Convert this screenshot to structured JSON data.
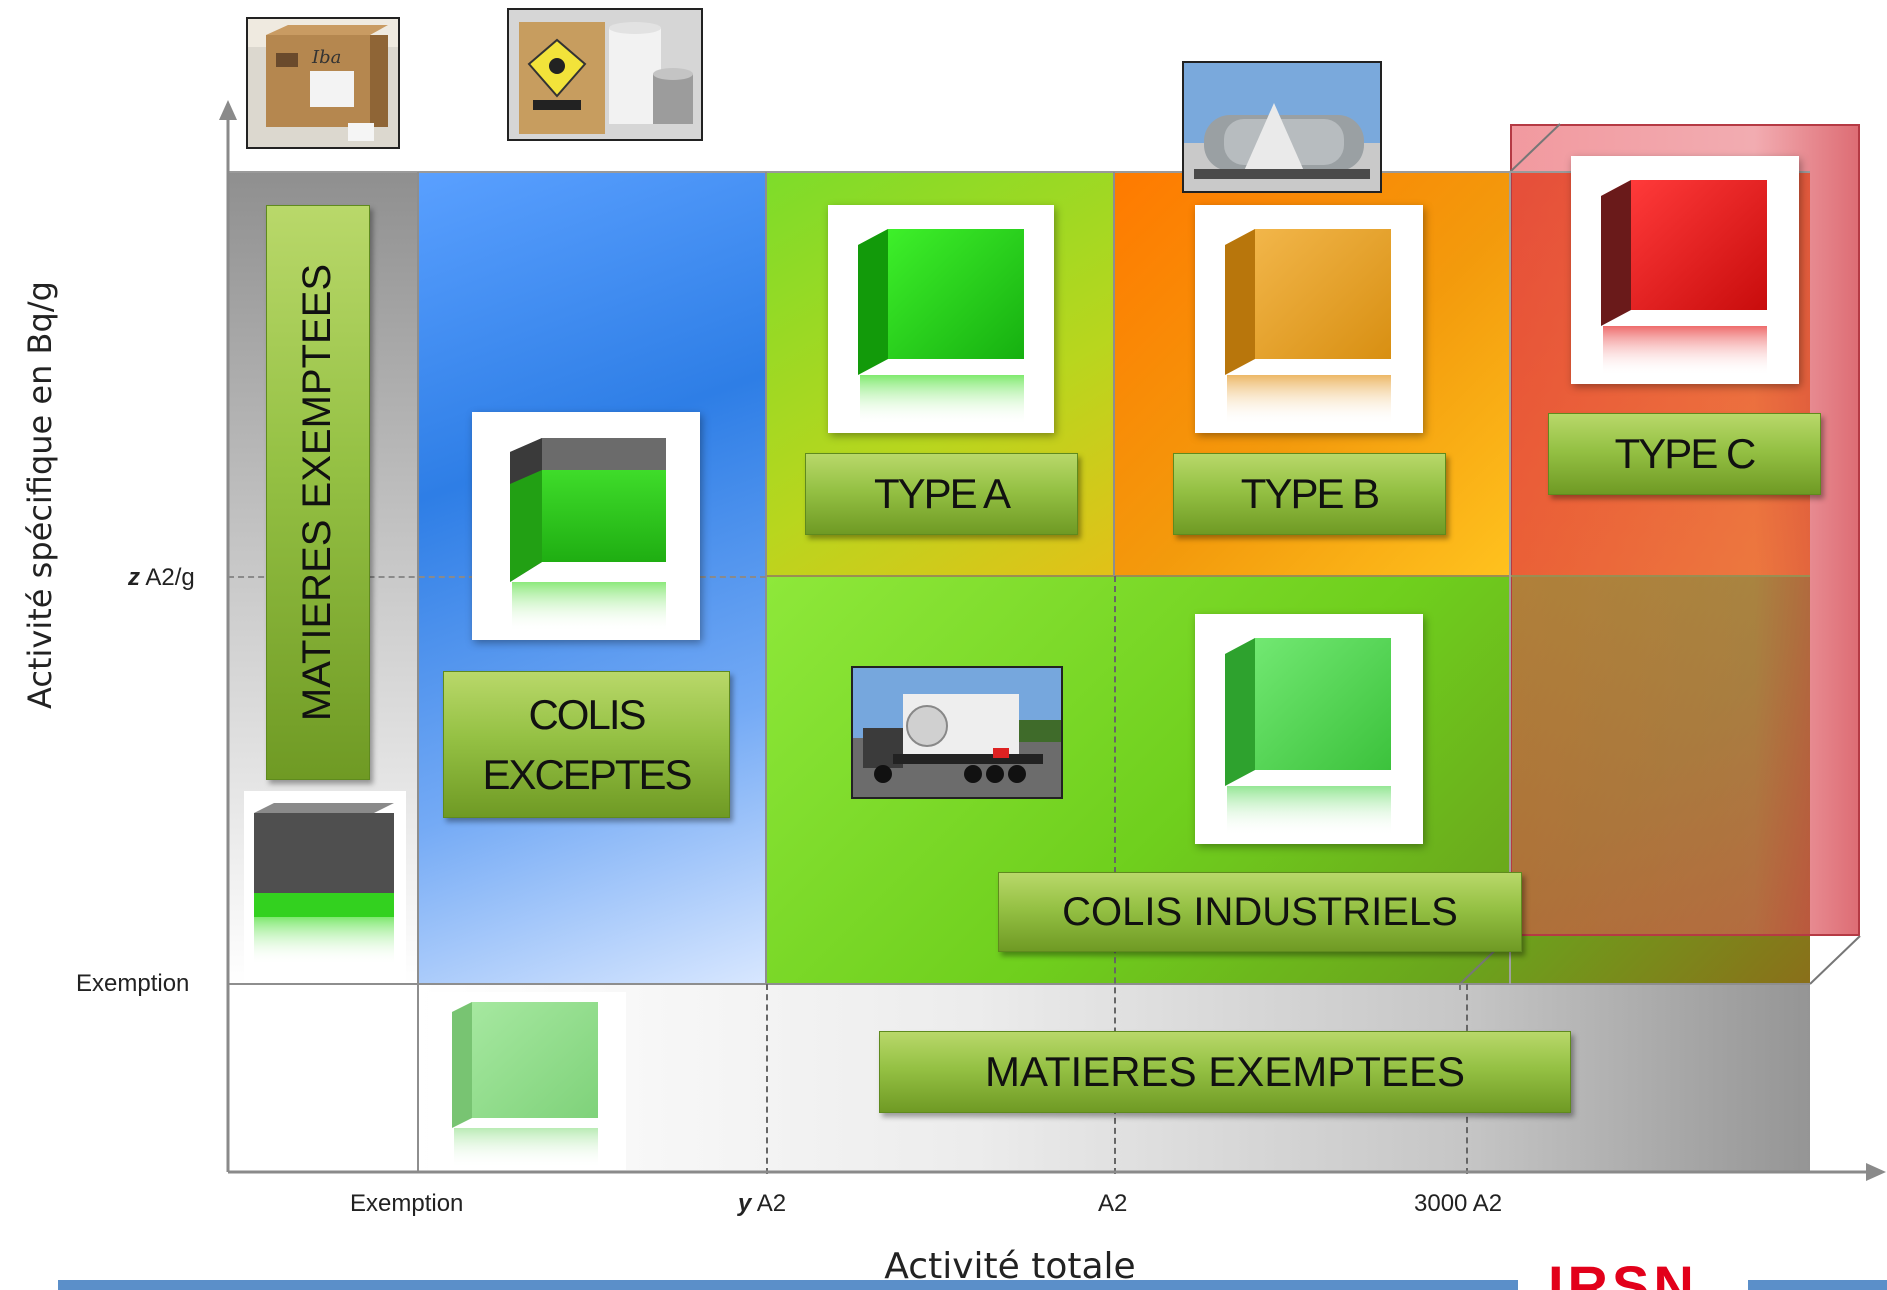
{
  "axes": {
    "y_title": "Activité spécifique en Bq/g",
    "x_title": "Activité totale",
    "y_ticks": [
      {
        "bold": "z",
        "text": " A2/g"
      },
      {
        "bold": "",
        "text": "Exemption"
      }
    ],
    "x_ticks": [
      {
        "bold": "",
        "text": "Exemption"
      },
      {
        "bold": "y",
        "text": " A2"
      },
      {
        "bold": "",
        "text": "A2"
      },
      {
        "bold": "",
        "text": "3000 A2"
      }
    ]
  },
  "labels": {
    "matieres_exemptees_vertical": "MATIERES EXEMPTEES",
    "colis_exceptes_line1": "COLIS",
    "colis_exceptes_line2": "EXCEPTES",
    "type_a": "TYPE A",
    "type_b": "TYPE B",
    "type_c": "TYPE C",
    "colis_industriels": "COLIS INDUSTRIELS",
    "matieres_exemptees_bottom": "MATIERES EXEMPTEES"
  },
  "logo_text": "IRSN",
  "photo_labels": {
    "drum_sticker": "Iba"
  },
  "colors": {
    "grey_region": "#9a9a9a",
    "blue_region": "#1f6fd0",
    "green_region": "#7ed321",
    "orange_region": "#f28c00",
    "red_region": "#d33a3a",
    "label_green": "#95c144",
    "footer_bar": "#5b8fc9",
    "logo_red": "#e2001a"
  }
}
